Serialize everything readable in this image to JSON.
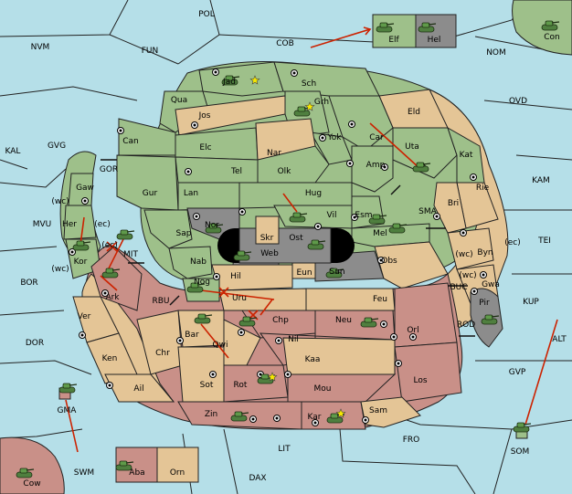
{
  "colors": {
    "sea": "#b5dfe8",
    "green": "#9ec08a",
    "tan": "#e4c596",
    "red": "#c99088",
    "gray": "#8c8c8c",
    "order_arrow": "#cc2200"
  },
  "sea_labels": [
    "POL",
    "NVM",
    "FUN",
    "COB",
    "NOM",
    "OVD",
    "KAL",
    "GVG",
    "KAM",
    "MVU",
    "TEI",
    "BOR",
    "SMA",
    "KUP",
    "BUC",
    "ALT",
    "DOR",
    "ROD",
    "GVP",
    "FRO",
    "LIT",
    "SWM",
    "DAX",
    "GOR",
    "MIT",
    "RBU"
  ],
  "land_labels": [
    "Jad",
    "Sch",
    "Qua",
    "Grh",
    "Jos",
    "Eld",
    "Can",
    "Car",
    "Yok",
    "Uta",
    "Elc",
    "Nar",
    "Kat",
    "Tel",
    "Olk",
    "Amp",
    "Gur",
    "Lan",
    "Hug",
    "Rie",
    "Bri",
    "Gaw",
    "Vil",
    "Esm",
    "Her",
    "Nor",
    "Skr",
    "Ost",
    "Mel",
    "Sap",
    "Web",
    "Byn",
    "Kor",
    "Ark",
    "Nab",
    "Hil",
    "Eun",
    "Sun",
    "Obs",
    "Gwa",
    "Nog",
    "Pir",
    "Uru",
    "Feu",
    "Ver",
    "Chp",
    "Neu",
    "Orl",
    "Bar",
    "Qwi",
    "Nil",
    "Ken",
    "Chr",
    "Kaa",
    "Los",
    "Ail",
    "Sot",
    "Rot",
    "Mou",
    "Zin",
    "Kar",
    "Sam",
    "Elf",
    "Hel",
    "Con",
    "GMA",
    "SOM",
    "Aba",
    "Orn",
    "Cow"
  ],
  "coast_tags": [
    "(wc)",
    "(ec)",
    "(wc)",
    "(ec)",
    "(wc)",
    "(ec)",
    "(wc)"
  ],
  "unit_icon": "tank-icon",
  "supply_icon": "supply-center-icon",
  "capital_icon": "star-icon"
}
